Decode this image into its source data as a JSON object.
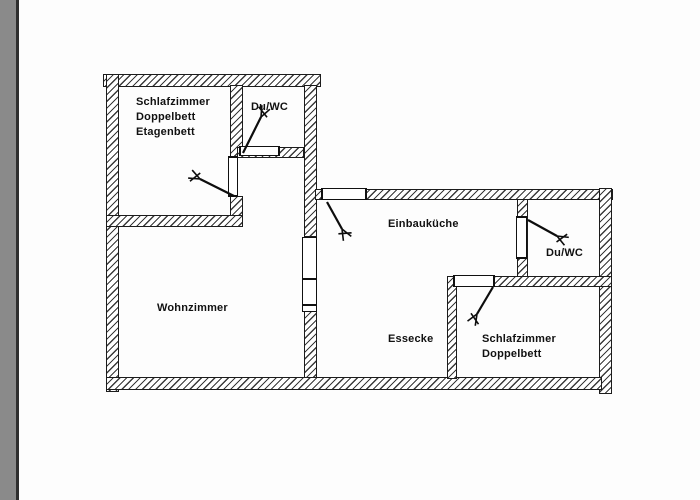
{
  "page": {
    "background": "#fdfdfd"
  },
  "gutter": {
    "color": "#8a8a8a",
    "edge_color": "#2f2f2f"
  },
  "floorplan": {
    "wall_hatch_line_color": "#3a3a3a",
    "wall_outline_color": "#1c1c1c",
    "text_color": "#111111",
    "rooms": {
      "schlafzimmer_top": {
        "lines": [
          "Schlafzimmer",
          "Doppelbett",
          "Etagenbett"
        ]
      },
      "duwc_top": {
        "lines": [
          "Du/WC"
        ]
      },
      "einbaukueche": {
        "lines": [
          "Einbauküche"
        ]
      },
      "duwc_right": {
        "lines": [
          "Du/WC"
        ]
      },
      "wohnzimmer": {
        "lines": [
          "Wohnzimmer"
        ]
      },
      "essecke": {
        "lines": [
          "Essecke"
        ]
      },
      "schlafzimmer_bottom": {
        "lines": [
          "Schlafzimmer",
          "Doppelbett"
        ]
      }
    }
  }
}
